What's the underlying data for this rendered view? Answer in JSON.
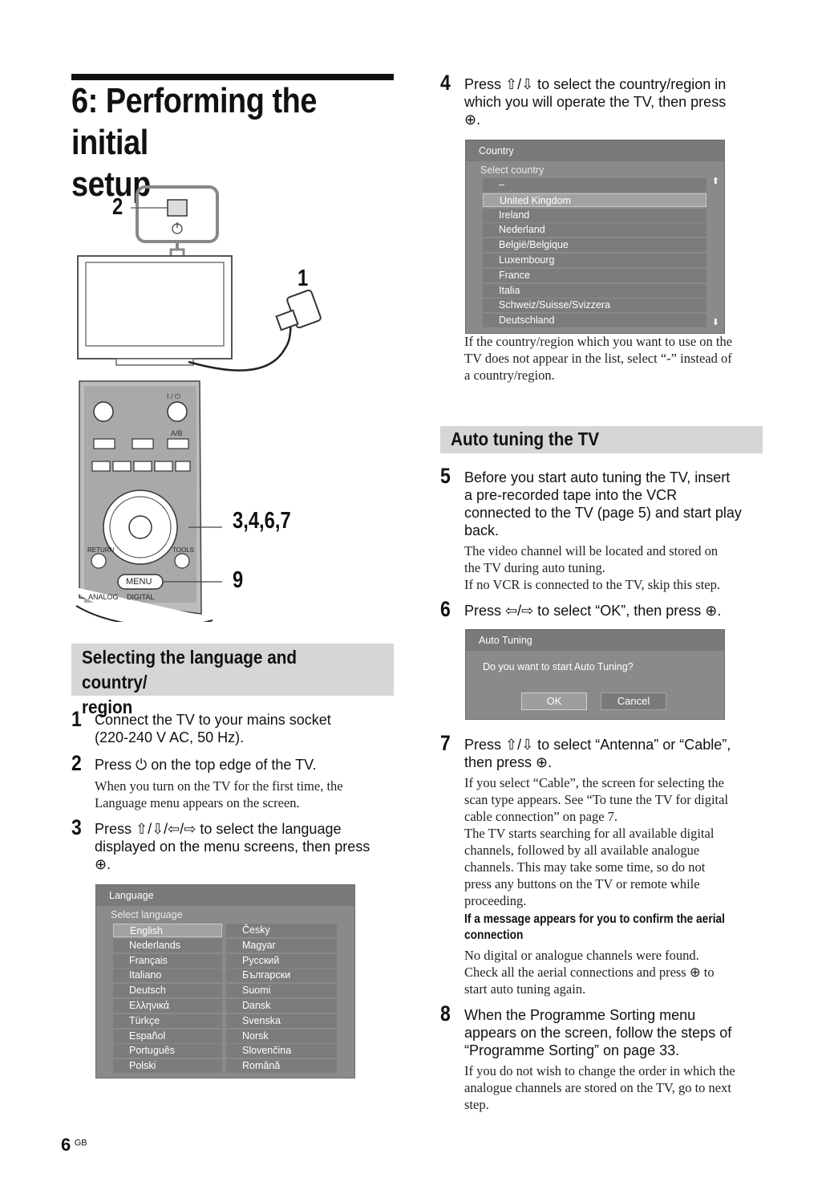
{
  "page": {
    "title_line1": "6: Performing the initial",
    "title_line2": "setup",
    "page_number": "6",
    "page_suffix": "GB"
  },
  "figure": {
    "callout_1": "1",
    "callout_2": "2",
    "callout_3": "3,4,6,7",
    "callout_9": "9",
    "remote_labels": {
      "power": "I / ⏻",
      "ab": "A/B",
      "return": "RETURN",
      "tools": "TOOLS",
      "menu": "MENU",
      "analog": "ANALOG",
      "digital": "DIGITAL"
    }
  },
  "section1": {
    "heading_line1": "Selecting the language and country/",
    "heading_line2": "region"
  },
  "steps": {
    "s1": {
      "num": "1",
      "line1": "Connect the TV to your mains socket",
      "line2": "(220-240 V AC, 50 Hz)."
    },
    "s2": {
      "num": "2",
      "text_pre": "Press ",
      "text_post": " on the top edge of the TV.",
      "body1": "When you turn on the TV for the first time, the",
      "body2": "Language menu appears on the screen."
    },
    "s3": {
      "num": "3",
      "line1": "Press ⇧/⇩/⇦/⇨ to select the language",
      "line2": "displayed on the menu screens, then press",
      "line3": "⊕."
    },
    "s4": {
      "num": "4",
      "line1": "Press ⇧/⇩ to select the country/region in",
      "line2": "which you will operate the TV, then press",
      "line3": "⊕.",
      "body1": "If the country/region which you want to use on the",
      "body2": "TV does not appear in the list, select “-” instead of",
      "body3": "a country/region."
    },
    "s5": {
      "num": "5",
      "line1": "Before you start auto tuning the TV, insert",
      "line2": "a pre-recorded tape into the VCR",
      "line3": "connected to the TV (page 5) and start play",
      "line4": "back.",
      "body1": "The video channel will be located and stored on",
      "body2": "the TV during auto tuning.",
      "body3": "If no VCR is connected to the TV, skip this step."
    },
    "s6": {
      "num": "6",
      "line1": "Press ⇦/⇨ to select “OK”, then press ⊕."
    },
    "s7": {
      "num": "7",
      "line1": "Press ⇧/⇩ to select “Antenna” or “Cable”,",
      "line2": "then press ⊕.",
      "body1": "If you select “Cable”, the screen for selecting the",
      "body2": "scan type appears. See “To tune the TV for digital",
      "body3": "cable connection” on page 7.",
      "body4": "The TV starts searching for all available digital",
      "body5": "channels, followed by all available analogue",
      "body6": "channels. This may take some time, so do not",
      "body7": "press any buttons on the TV or remote while",
      "body8": "proceeding.",
      "subhead1": "If a message appears for you to confirm the aerial",
      "subhead2": "connection",
      "body9": "No digital or analogue channels were found.",
      "body10": "Check all the aerial connections and press ⊕ to",
      "body11": "start auto tuning again."
    },
    "s8": {
      "num": "8",
      "line1": "When the Programme Sorting menu",
      "line2": "appears on the screen, follow the steps of",
      "line3": "“Programme Sorting” on page 33.",
      "body1": "If you do not wish to change the order in which the",
      "body2": "analogue channels are stored on the TV, go to next",
      "body3": "step."
    }
  },
  "section2": {
    "heading": "Auto tuning the TV"
  },
  "language_menu": {
    "title": "Language",
    "subtitle": "Select language",
    "selected": "English",
    "col1": [
      "English",
      "Nederlands",
      "Français",
      "Italiano",
      "Deutsch",
      "Ελληνικά",
      "Türkçe",
      "Español",
      "Português",
      "Polski"
    ],
    "col2": [
      "Česky",
      "Magyar",
      "Русский",
      "Български",
      "Suomi",
      "Dansk",
      "Svenska",
      "Norsk",
      "Slovenčina",
      "Română"
    ]
  },
  "country_menu": {
    "title": "Country",
    "subtitle": "Select country",
    "selected": "United Kingdom",
    "items": [
      "–",
      "United Kingdom",
      "Ireland",
      "Nederland",
      "België/Belgique",
      "Luxembourg",
      "France",
      "Italia",
      "Schweiz/Suisse/Svizzera",
      "Deutschland"
    ]
  },
  "auto_tuning_menu": {
    "title": "Auto Tuning",
    "question": "Do you want to start Auto Tuning?",
    "ok": "OK",
    "cancel": "Cancel"
  }
}
